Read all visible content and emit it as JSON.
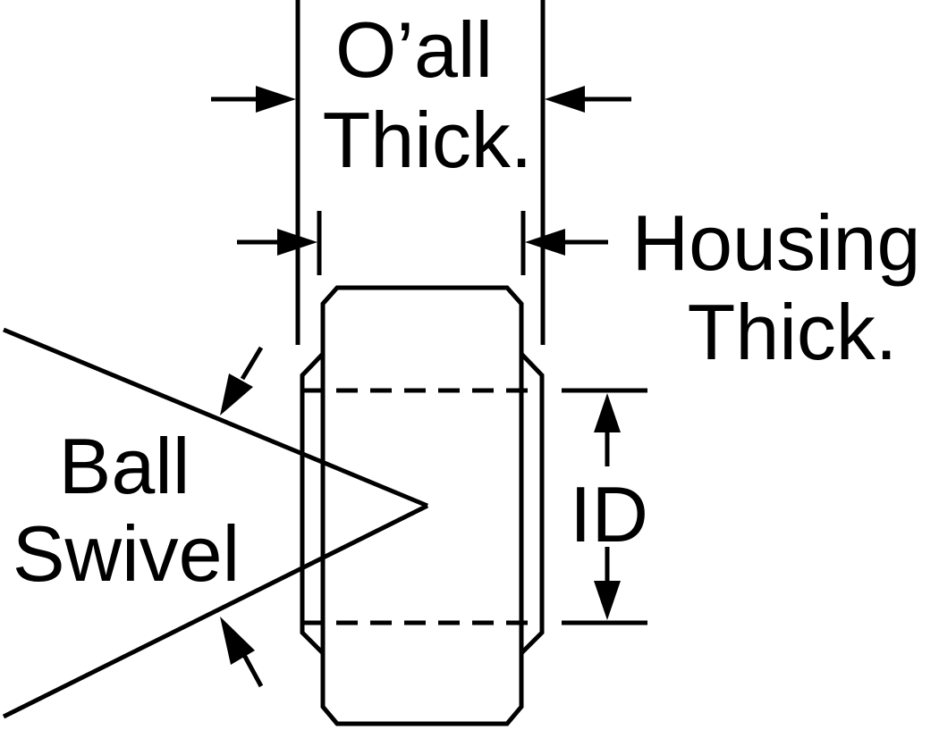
{
  "labels": {
    "overall_line1": "O’all",
    "overall_line2": "Thick.",
    "housing_line1": "Housing",
    "housing_line2": "Thick.",
    "ball_line1": "Ball",
    "ball_line2": "Swivel",
    "id": "ID"
  },
  "colors": {
    "ink": "#000000",
    "background": "#ffffff"
  }
}
